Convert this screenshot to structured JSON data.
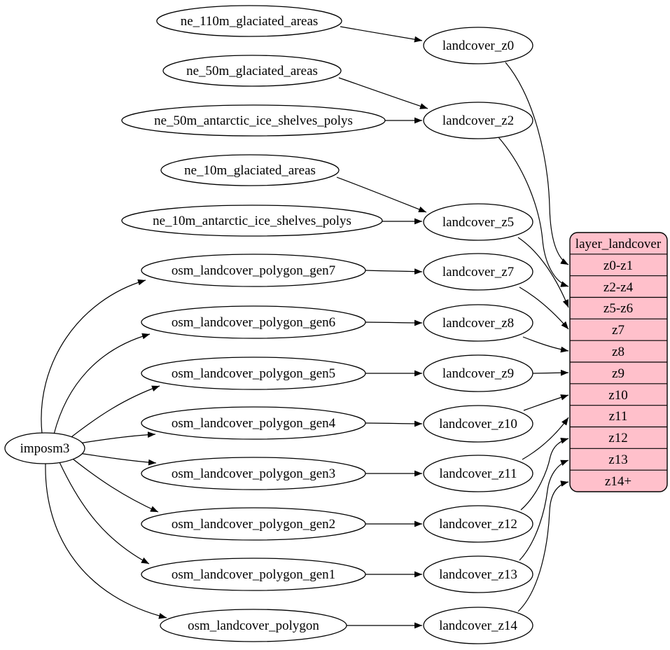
{
  "diagram": {
    "type": "flow-graph",
    "background": "#ffffff",
    "node_fill": "#ffffff",
    "table_fill": "#ffc0cb",
    "stroke_color": "#000000",
    "text_color": "#000000"
  },
  "nodes": {
    "imposm3": "imposm3",
    "ne_110m_glaciated_areas": "ne_110m_glaciated_areas",
    "ne_50m_glaciated_areas": "ne_50m_glaciated_areas",
    "ne_50m_antarctic_ice_shelves_polys": "ne_50m_antarctic_ice_shelves_polys",
    "ne_10m_glaciated_areas": "ne_10m_glaciated_areas",
    "ne_10m_antarctic_ice_shelves_polys": "ne_10m_antarctic_ice_shelves_polys",
    "osm_landcover_polygon_gen7": "osm_landcover_polygon_gen7",
    "osm_landcover_polygon_gen6": "osm_landcover_polygon_gen6",
    "osm_landcover_polygon_gen5": "osm_landcover_polygon_gen5",
    "osm_landcover_polygon_gen4": "osm_landcover_polygon_gen4",
    "osm_landcover_polygon_gen3": "osm_landcover_polygon_gen3",
    "osm_landcover_polygon_gen2": "osm_landcover_polygon_gen2",
    "osm_landcover_polygon_gen1": "osm_landcover_polygon_gen1",
    "osm_landcover_polygon": "osm_landcover_polygon",
    "landcover_z0": "landcover_z0",
    "landcover_z2": "landcover_z2",
    "landcover_z5": "landcover_z5",
    "landcover_z7": "landcover_z7",
    "landcover_z8": "landcover_z8",
    "landcover_z9": "landcover_z9",
    "landcover_z10": "landcover_z10",
    "landcover_z11": "landcover_z11",
    "landcover_z12": "landcover_z12",
    "landcover_z13": "landcover_z13",
    "landcover_z14": "landcover_z14"
  },
  "table": {
    "title": "layer_landcover",
    "rows": [
      "z0-z1",
      "z2-z4",
      "z5-z6",
      "z7",
      "z8",
      "z9",
      "z10",
      "z11",
      "z12",
      "z13",
      "z14+"
    ]
  },
  "edges": [
    [
      "ne_110m_glaciated_areas",
      "landcover_z0"
    ],
    [
      "ne_50m_glaciated_areas",
      "landcover_z2"
    ],
    [
      "ne_50m_antarctic_ice_shelves_polys",
      "landcover_z2"
    ],
    [
      "ne_10m_glaciated_areas",
      "landcover_z5"
    ],
    [
      "ne_10m_antarctic_ice_shelves_polys",
      "landcover_z5"
    ],
    [
      "imposm3",
      "osm_landcover_polygon_gen7"
    ],
    [
      "imposm3",
      "osm_landcover_polygon_gen6"
    ],
    [
      "imposm3",
      "osm_landcover_polygon_gen5"
    ],
    [
      "imposm3",
      "osm_landcover_polygon_gen4"
    ],
    [
      "imposm3",
      "osm_landcover_polygon_gen3"
    ],
    [
      "imposm3",
      "osm_landcover_polygon_gen2"
    ],
    [
      "imposm3",
      "osm_landcover_polygon_gen1"
    ],
    [
      "imposm3",
      "osm_landcover_polygon"
    ],
    [
      "osm_landcover_polygon_gen7",
      "landcover_z7"
    ],
    [
      "osm_landcover_polygon_gen6",
      "landcover_z8"
    ],
    [
      "osm_landcover_polygon_gen5",
      "landcover_z9"
    ],
    [
      "osm_landcover_polygon_gen4",
      "landcover_z10"
    ],
    [
      "osm_landcover_polygon_gen3",
      "landcover_z11"
    ],
    [
      "osm_landcover_polygon_gen2",
      "landcover_z12"
    ],
    [
      "osm_landcover_polygon_gen1",
      "landcover_z13"
    ],
    [
      "osm_landcover_polygon",
      "landcover_z14"
    ],
    [
      "landcover_z0",
      "layer_landcover.z0-z1"
    ],
    [
      "landcover_z2",
      "layer_landcover.z2-z4"
    ],
    [
      "landcover_z5",
      "layer_landcover.z5-z6"
    ],
    [
      "landcover_z7",
      "layer_landcover.z7"
    ],
    [
      "landcover_z8",
      "layer_landcover.z8"
    ],
    [
      "landcover_z9",
      "layer_landcover.z9"
    ],
    [
      "landcover_z10",
      "layer_landcover.z10"
    ],
    [
      "landcover_z11",
      "layer_landcover.z11"
    ],
    [
      "landcover_z12",
      "layer_landcover.z12"
    ],
    [
      "landcover_z13",
      "layer_landcover.z13"
    ],
    [
      "landcover_z14",
      "layer_landcover.z14+"
    ]
  ]
}
